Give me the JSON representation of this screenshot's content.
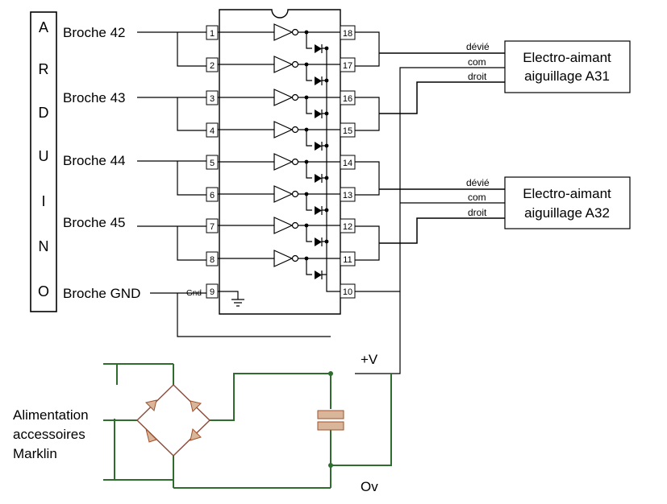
{
  "arduino": {
    "letters": [
      "A",
      "R",
      "D",
      "U",
      "I",
      "N",
      "O"
    ]
  },
  "broches": [
    {
      "label": "Broche 42"
    },
    {
      "label": "Broche 43"
    },
    {
      "label": "Broche 44"
    },
    {
      "label": "Broche 45"
    },
    {
      "label": "Broche GND"
    }
  ],
  "chip": {
    "pins_left": [
      "1",
      "2",
      "3",
      "4",
      "5",
      "6",
      "7",
      "8",
      "9"
    ],
    "pins_right": [
      "18",
      "17",
      "16",
      "15",
      "14",
      "13",
      "12",
      "11",
      "10"
    ],
    "gnd_label": "Gnd"
  },
  "aimants": [
    {
      "line1": "Electro-aimant",
      "line2": "aiguillage A31",
      "wires": [
        "dévié",
        "com",
        "droit"
      ]
    },
    {
      "line1": "Electro-aimant",
      "line2": "aiguillage A32",
      "wires": [
        "dévié",
        "com",
        "droit"
      ]
    }
  ],
  "supply": {
    "label": [
      "Alimentation",
      "accessoires",
      "Marklin"
    ],
    "plus": "+V",
    "zero": "Ov"
  },
  "colors": {
    "wire": "#000000",
    "green_wire": "#2f6d2f",
    "diode_fill": "#d9b59a",
    "diode_stroke": "#a0522d"
  }
}
